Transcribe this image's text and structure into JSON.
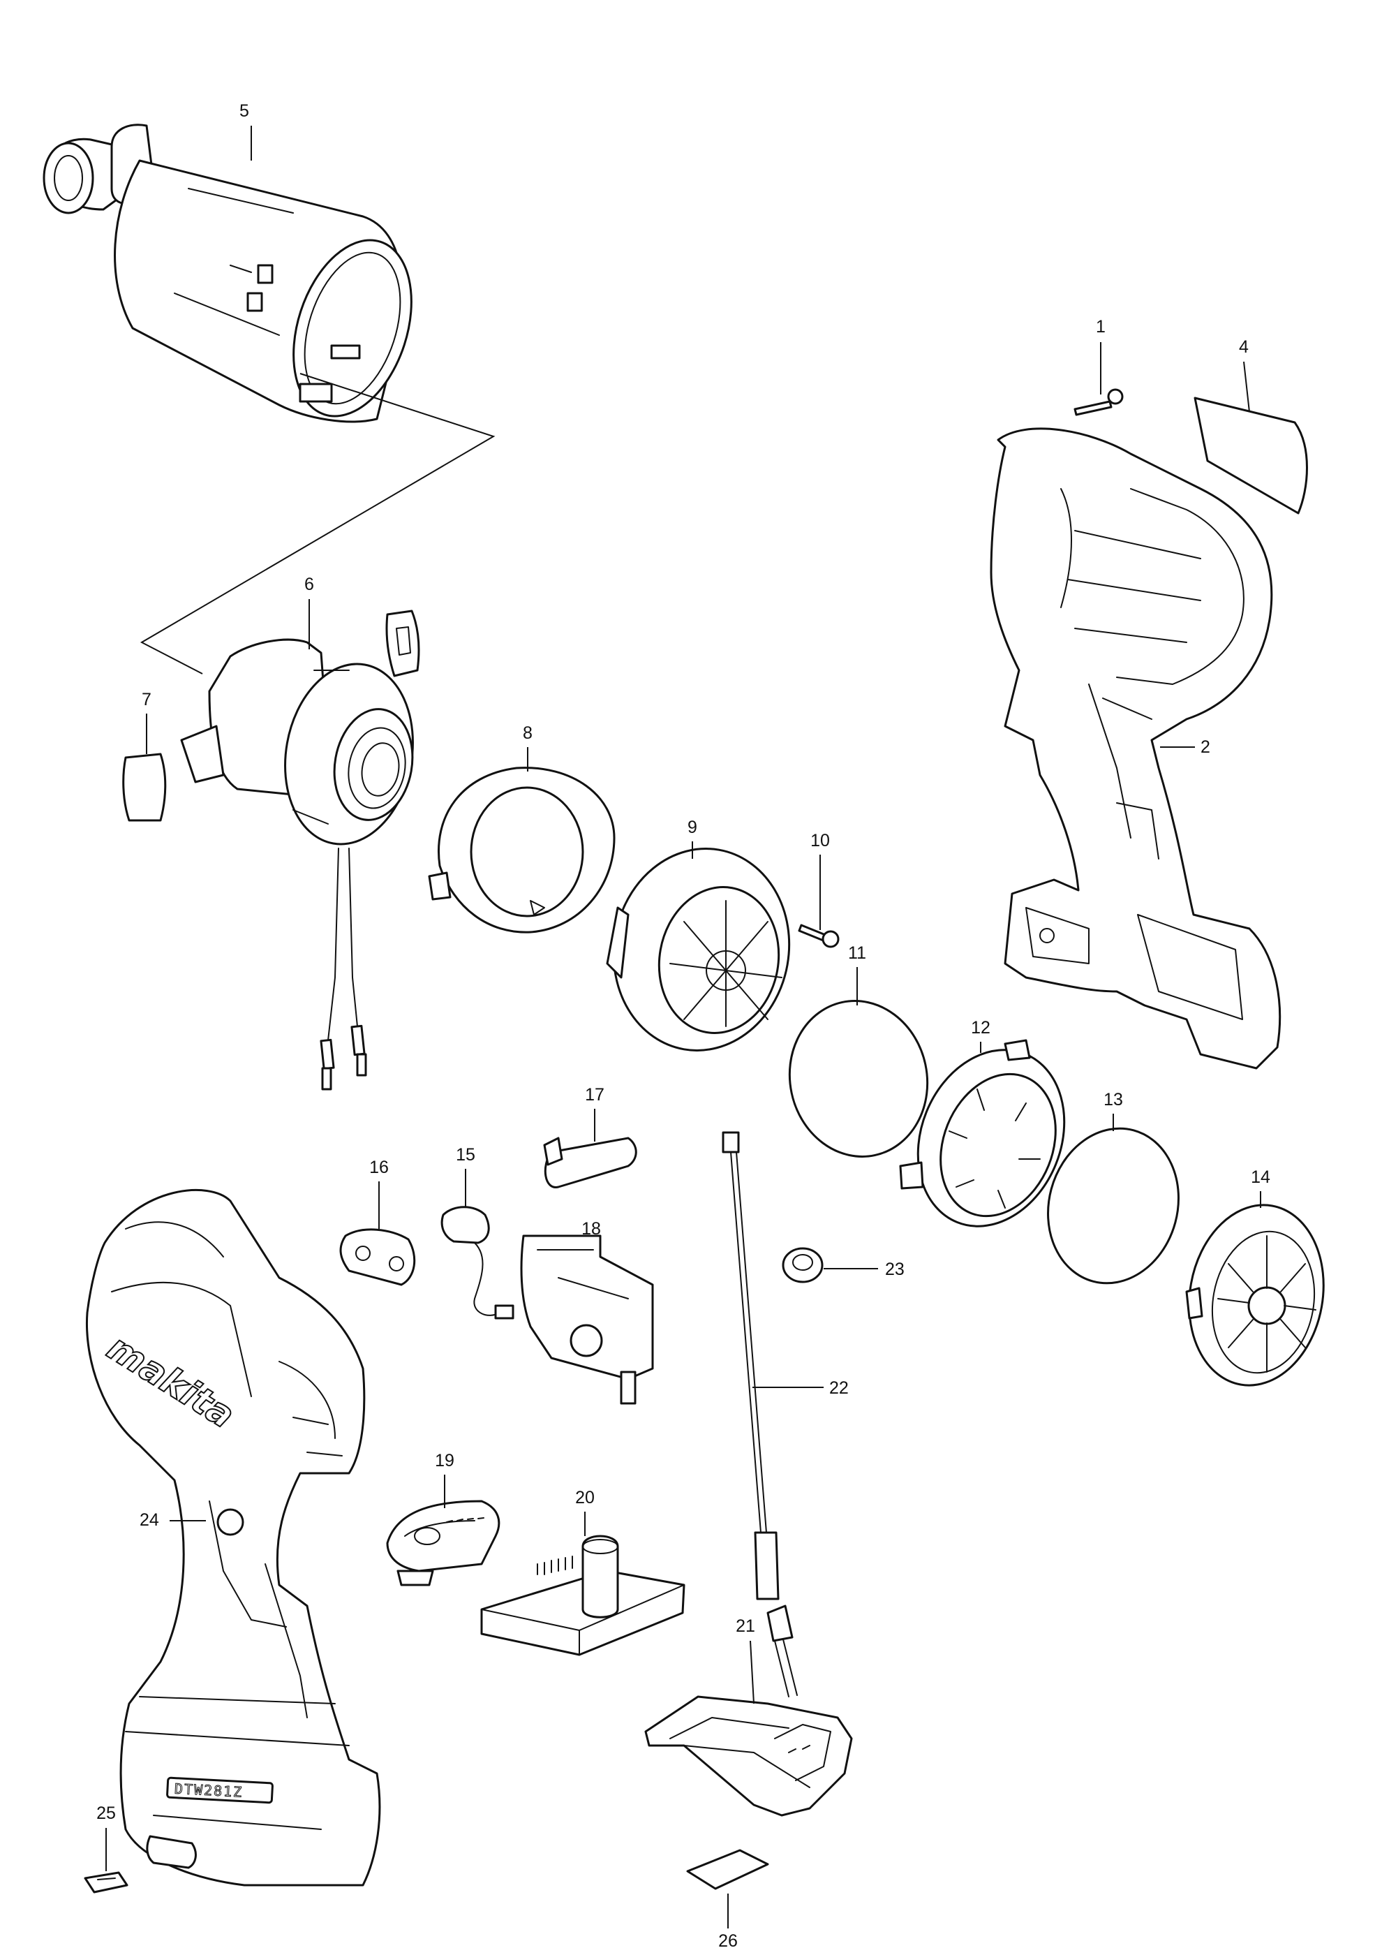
{
  "diagram": {
    "type": "exploded parts diagram",
    "line_color": "#111111",
    "background": "#ffffff",
    "brand_mark": "makita",
    "model_mark": "DTW281Z",
    "parts": [
      {
        "no": "1",
        "icon": "screw"
      },
      {
        "no": "2",
        "icon": "housing-half-right"
      },
      {
        "no": "4",
        "icon": "label-plate"
      },
      {
        "no": "5",
        "icon": "motor-housing"
      },
      {
        "no": "6",
        "icon": "motor-stator-assembly"
      },
      {
        "no": "7",
        "icon": "rubber-pad"
      },
      {
        "no": "8",
        "icon": "baffle-ring"
      },
      {
        "no": "9",
        "icon": "rear-cover"
      },
      {
        "no": "10",
        "icon": "screw"
      },
      {
        "no": "11",
        "icon": "filter-disc"
      },
      {
        "no": "12",
        "icon": "ring-bracket"
      },
      {
        "no": "13",
        "icon": "filter-disc"
      },
      {
        "no": "14",
        "icon": "fan-cover"
      },
      {
        "no": "15",
        "icon": "led-cable"
      },
      {
        "no": "16",
        "icon": "bracket"
      },
      {
        "no": "17",
        "icon": "switch-lever"
      },
      {
        "no": "18",
        "icon": "switch"
      },
      {
        "no": "19",
        "icon": "switch-panel"
      },
      {
        "no": "20",
        "icon": "controller-board"
      },
      {
        "no": "21",
        "icon": "controller"
      },
      {
        "no": "22",
        "icon": "lead-wire"
      },
      {
        "no": "23",
        "icon": "bushing"
      },
      {
        "no": "24",
        "icon": "housing-set"
      },
      {
        "no": "25",
        "icon": "badge"
      },
      {
        "no": "26",
        "icon": "label"
      }
    ]
  }
}
